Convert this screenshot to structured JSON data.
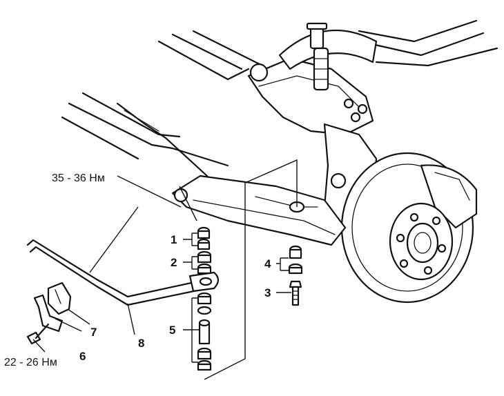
{
  "callouts": [
    {
      "id": "1",
      "text": "1"
    },
    {
      "id": "2",
      "text": "2"
    },
    {
      "id": "3",
      "text": "3"
    },
    {
      "id": "4",
      "text": "4"
    },
    {
      "id": "5",
      "text": "5"
    },
    {
      "id": "6",
      "text": "6"
    },
    {
      "id": "7",
      "text": "7"
    },
    {
      "id": "8",
      "text": "8"
    }
  ],
  "torque": {
    "upper": "35 - 36 Нм",
    "lower": "22 - 26 Нм"
  }
}
